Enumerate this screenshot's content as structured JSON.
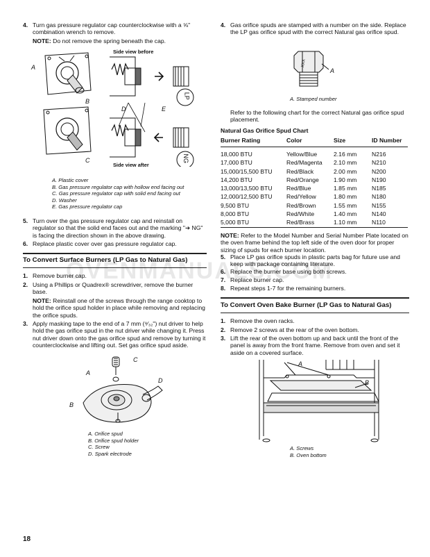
{
  "page_number": "18",
  "watermark": "OVENMANUALS.COM",
  "left": {
    "step4": {
      "num": "4.",
      "text": "Turn gas pressure regulator cap counterclockwise with a ⅝\" combination wrench to remove."
    },
    "step4_note_label": "NOTE:",
    "step4_note": " Do not remove the spring beneath the cap.",
    "fig1": {
      "side_before": "Side view before",
      "side_after": "Side view after",
      "label_a": "A",
      "label_b": "B",
      "label_c": "C",
      "label_d": "D",
      "label_e": "E",
      "lp": "LP",
      "ng": "NG"
    },
    "fig1_captions": [
      "A. Plastic cover",
      "B. Gas pressure regulator cap with hollow end facing out",
      "C. Gas pressure regulator cap with solid end facing out",
      "D. Washer",
      "E. Gas pressure regulator cap"
    ],
    "step5": {
      "num": "5.",
      "text": "Turn over the gas pressure regulator cap and reinstall on regulator so that the solid end faces out and the marking \"➔ NG\" is facing the direction shown in the above drawing."
    },
    "step6": {
      "num": "6.",
      "text": "Replace plastic cover over gas pressure regulator cap."
    },
    "section_title": "To Convert Surface Burners (LP Gas to Natural Gas)",
    "s1": {
      "num": "1.",
      "text": "Remove burner cap."
    },
    "s2": {
      "num": "2.",
      "text": "Using a Phillips or Quadrex® screwdriver, remove the burner base."
    },
    "s2_note_label": "NOTE:",
    "s2_note": " Reinstall one of the screws through the range cooktop to hold the orifice spud holder in place while removing and replacing the orifice spuds.",
    "s3": {
      "num": "3.",
      "text": "Apply masking tape to the end of a 7 mm (⁹⁄₃₂\") nut driver to help hold the gas orifice spud in the nut driver while changing it. Press nut driver down onto the gas orifice spud and remove by turning it counterclockwise and lifting out. Set gas orifice spud aside."
    },
    "fig2": {
      "label_a": "A",
      "label_b": "B",
      "label_c": "C",
      "label_d": "D"
    },
    "fig2_captions": [
      "A. Orifice spud",
      "B. Orifice spud holder",
      "C. Screw",
      "D. Spark electrode"
    ]
  },
  "right": {
    "step4": {
      "num": "4.",
      "text": "Gas orifice spuds are stamped with a number on the side. Replace the LP gas orifice spud with the correct Natural gas orifice spud."
    },
    "fig3": {
      "label_a": "A",
      "stamp": "XXX"
    },
    "fig3_caption": "A. Stamped number",
    "chart_intro": "Refer to the following chart for the correct Natural gas orifice spud placement.",
    "table_title": "Natural Gas Orifice Spud Chart",
    "table_headers": [
      "Burner Rating",
      "Color",
      "Size",
      "ID Number"
    ],
    "table_rows": [
      [
        "18,000 BTU",
        "Yellow/Blue",
        "2.16 mm",
        "N216"
      ],
      [
        "17,000 BTU",
        "Red/Magenta",
        "2.10 mm",
        "N210"
      ],
      [
        "15,000/15,500 BTU",
        "Red/Black",
        "2.00 mm",
        "N200"
      ],
      [
        "14,200 BTU",
        "Red/Orange",
        "1.90 mm",
        "N190"
      ],
      [
        "13,000/13,500 BTU",
        "Red/Blue",
        "1.85 mm",
        "N185"
      ],
      [
        "12,000/12,500 BTU",
        "Red/Yellow",
        "1.80 mm",
        "N180"
      ],
      [
        " 9,500 BTU",
        "Red/Brown",
        "1.55 mm",
        "N155"
      ],
      [
        " 8,000 BTU",
        "Red/White",
        "1.40 mm",
        "N140"
      ],
      [
        " 5,000 BTU",
        "Red/Brass",
        "1.10 mm",
        "N110"
      ]
    ],
    "note_label": "NOTE:",
    "note": " Refer to the Model Number and Serial Number Plate located on the oven frame behind the top left side of the oven door for proper sizing of spuds for each burner location.",
    "s5": {
      "num": "5.",
      "text": "Place LP gas orifice spuds in plastic parts bag for future use and keep with package containing literature."
    },
    "s6": {
      "num": "6.",
      "text": "Replace the burner base using both screws."
    },
    "s7": {
      "num": "7.",
      "text": "Replace burner cap."
    },
    "s8": {
      "num": "8.",
      "text": "Repeat steps 1-7 for the remaining burners."
    },
    "section_title": "To Convert Oven Bake Burner (LP Gas to Natural Gas)",
    "o1": {
      "num": "1.",
      "text": "Remove the oven racks."
    },
    "o2": {
      "num": "2.",
      "text": "Remove 2 screws at the rear of the oven bottom."
    },
    "o3": {
      "num": "3.",
      "text": "Lift the rear of the oven bottom up and back until the front of the panel is away from the front frame. Remove from oven and set it aside on a covered surface."
    },
    "fig4": {
      "label_a": "A",
      "label_b": "B"
    },
    "fig4_captions": [
      "A. Screws",
      "B. Oven bottom"
    ]
  }
}
